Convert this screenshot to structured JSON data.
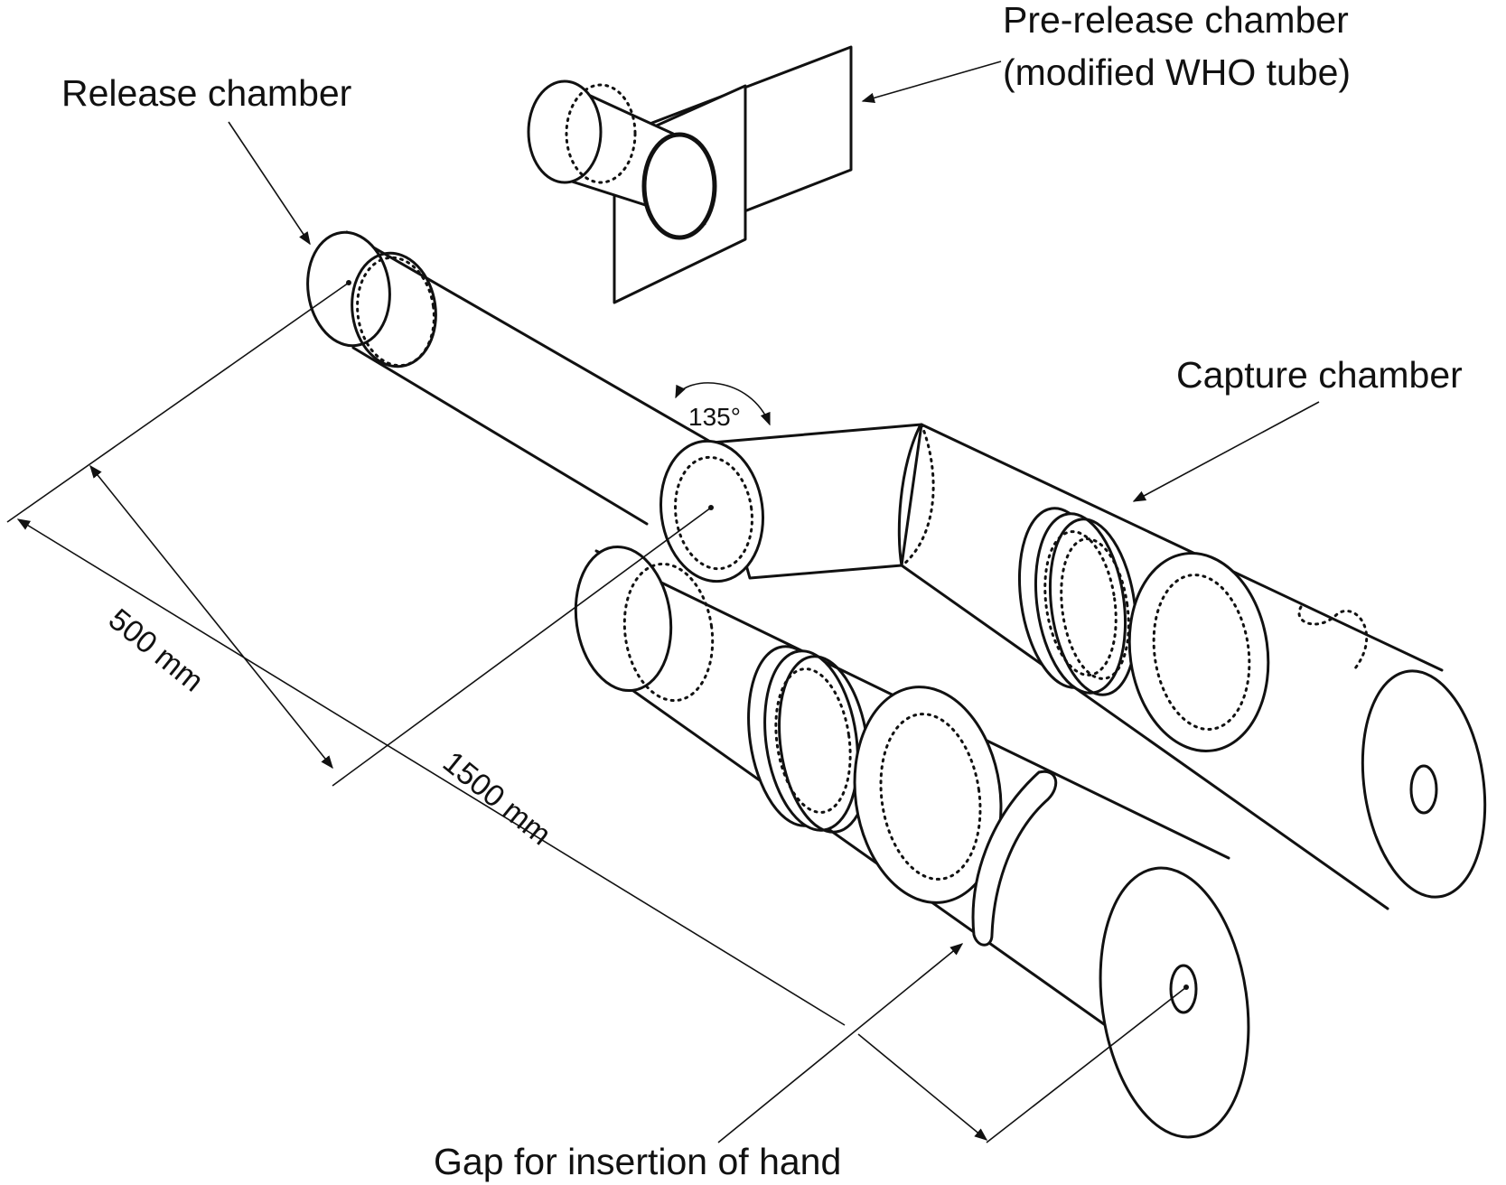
{
  "labels": {
    "release": "Release chamber",
    "prerelease_line1": "Pre-release chamber",
    "prerelease_line2": "(modified WHO tube)",
    "capture": "Capture chamber",
    "gap": "Gap for insertion of hand",
    "dim_500": "500 mm",
    "dim_1500": "1500 mm",
    "angle": "135°"
  },
  "colors": {
    "ink": "#111111",
    "background": "#ffffff"
  }
}
